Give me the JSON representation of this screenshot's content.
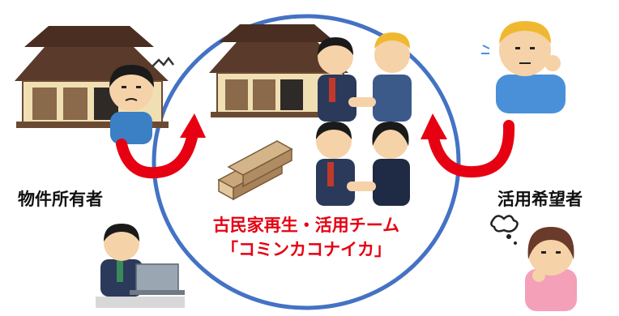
{
  "labels": {
    "owner": "物件所有者",
    "user": "活用希望者"
  },
  "team": {
    "line1": "古民家再生・活用チーム",
    "line2": "「コミンカコナイカ」"
  },
  "colors": {
    "circle": "#4472c4",
    "arrow": "#e60012",
    "team_text": "#e60012",
    "roof": "#5a3a2a",
    "wall": "#f1dfb4",
    "suit": "#2b3a5a",
    "lumber": "#c9a77a"
  }
}
